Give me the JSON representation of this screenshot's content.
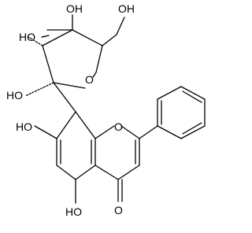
{
  "structure": {
    "labels": {
      "oh_c3": "HO",
      "oh_c4": "OH",
      "oh_c6": "OH",
      "oh_c2": "HO",
      "ring_o_sugar": "O",
      "oh_c7": "HO",
      "ring_o_chromone": "O",
      "oh_c5": "HO",
      "carbonyl_o": "O"
    }
  }
}
